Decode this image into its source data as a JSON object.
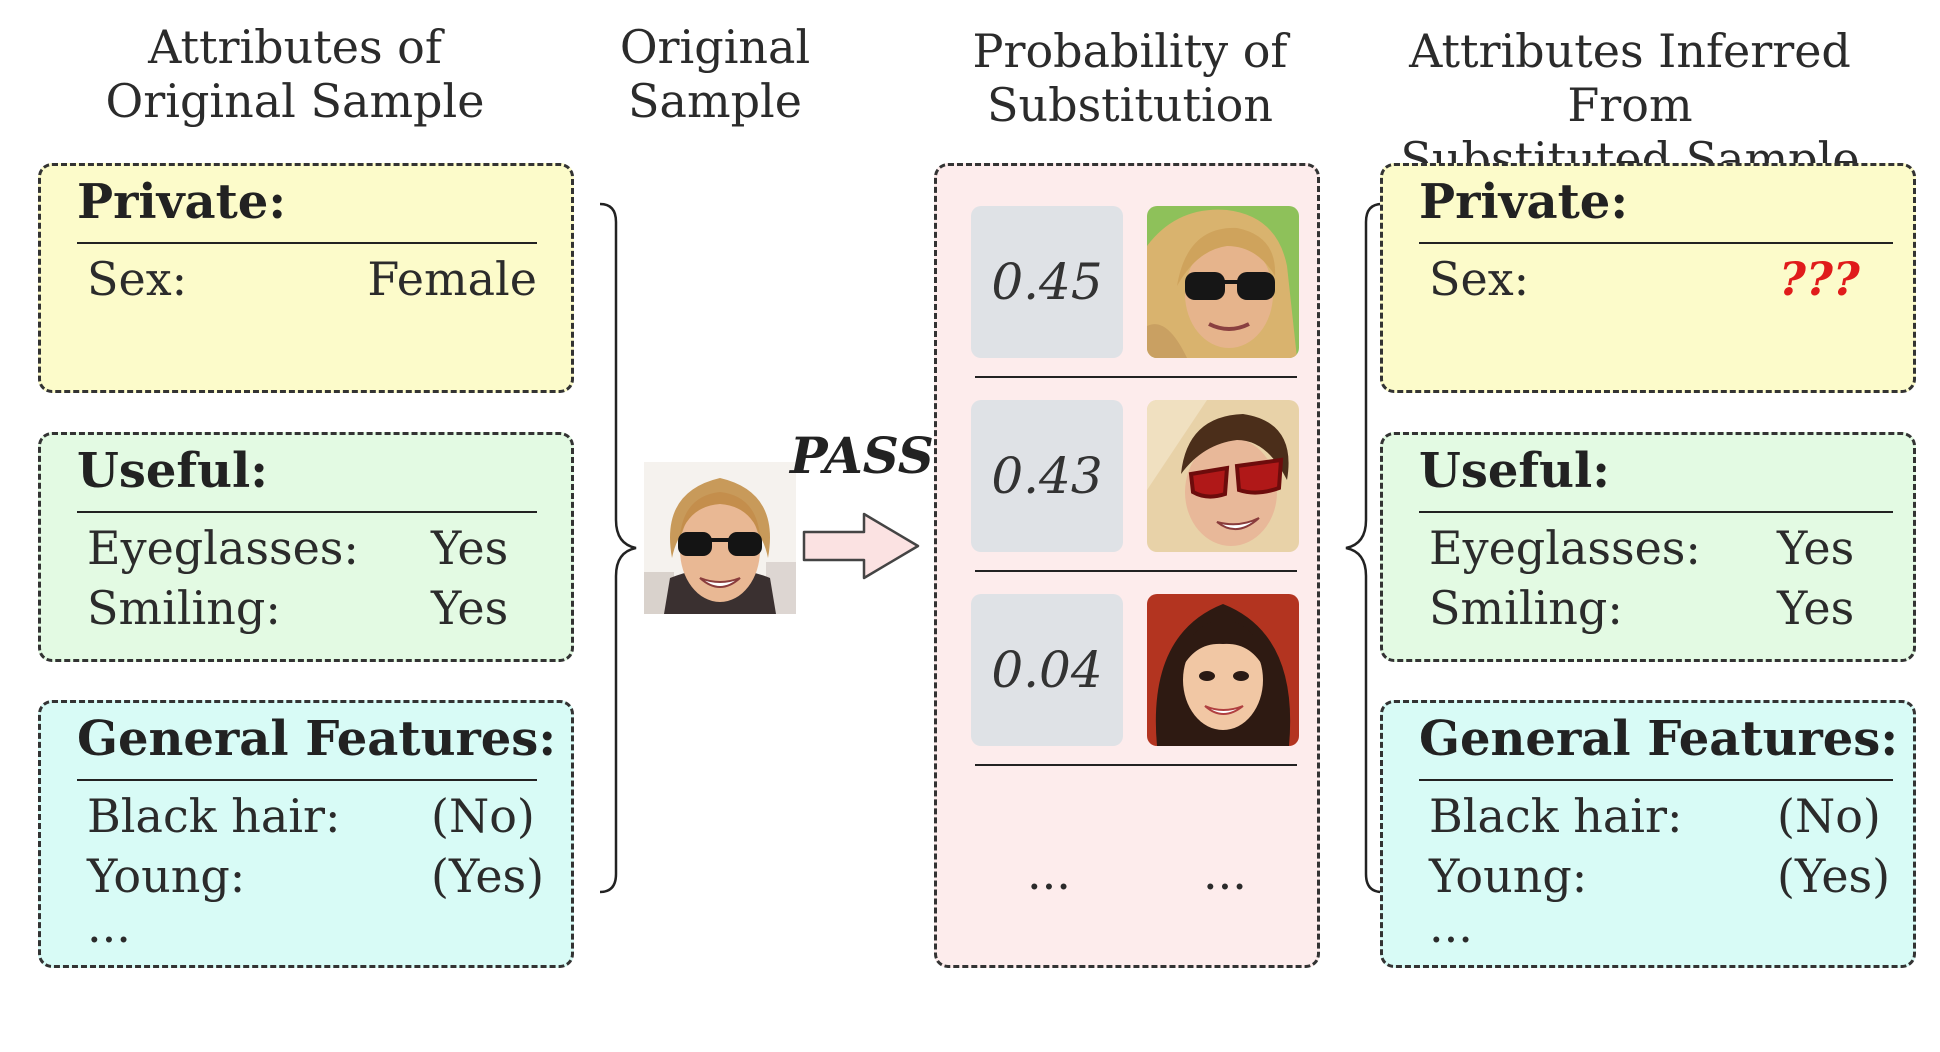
{
  "headers": {
    "original_attrs": [
      "Attributes of",
      "Original Sample"
    ],
    "original_sample": [
      "Original",
      "Sample"
    ],
    "probability": [
      "Probability of",
      "Substitution"
    ],
    "inferred_attrs": [
      "Attributes Inferred From",
      "Substituted Sample"
    ]
  },
  "left": {
    "private": {
      "title": "Private:",
      "rows": [
        {
          "label": "Sex:",
          "value": "Female"
        }
      ]
    },
    "useful": {
      "title": "Useful:",
      "rows": [
        {
          "label": "Eyeglasses:",
          "value": "Yes"
        },
        {
          "label": "Smiling:",
          "value": "Yes"
        }
      ]
    },
    "general": {
      "title": "General Features:",
      "rows": [
        {
          "label": "Black hair:",
          "value": "(No)"
        },
        {
          "label": "Young:",
          "value": "(Yes)"
        }
      ],
      "more": "..."
    }
  },
  "right": {
    "private": {
      "title": "Private:",
      "rows": [
        {
          "label": "Sex:",
          "value": "???"
        }
      ]
    },
    "useful": {
      "title": "Useful:",
      "rows": [
        {
          "label": "Eyeglasses:",
          "value": "Yes"
        },
        {
          "label": "Smiling:",
          "value": "Yes"
        }
      ]
    },
    "general": {
      "title": "General Features:",
      "rows": [
        {
          "label": "Black hair:",
          "value": "(No)"
        },
        {
          "label": "Young:",
          "value": "(Yes)"
        }
      ],
      "more": "..."
    }
  },
  "arrow_label": "PASS",
  "substitutions": [
    {
      "probability": "0.45",
      "image": "blonde-woman-sunglasses-face"
    },
    {
      "probability": "0.43",
      "image": "man-red-sunglasses-face"
    },
    {
      "probability": "0.04",
      "image": "dark-hair-woman-face"
    }
  ],
  "substitution_more": [
    "...",
    "..."
  ],
  "original_image": "smiling-woman-sunglasses-face",
  "colors": {
    "private_bg": "#fcfbca",
    "useful_bg": "#e3fae3",
    "general_bg": "#d8fbf6",
    "substitution_bg": "#fdecec",
    "unknown_value": "#e01b1b"
  }
}
